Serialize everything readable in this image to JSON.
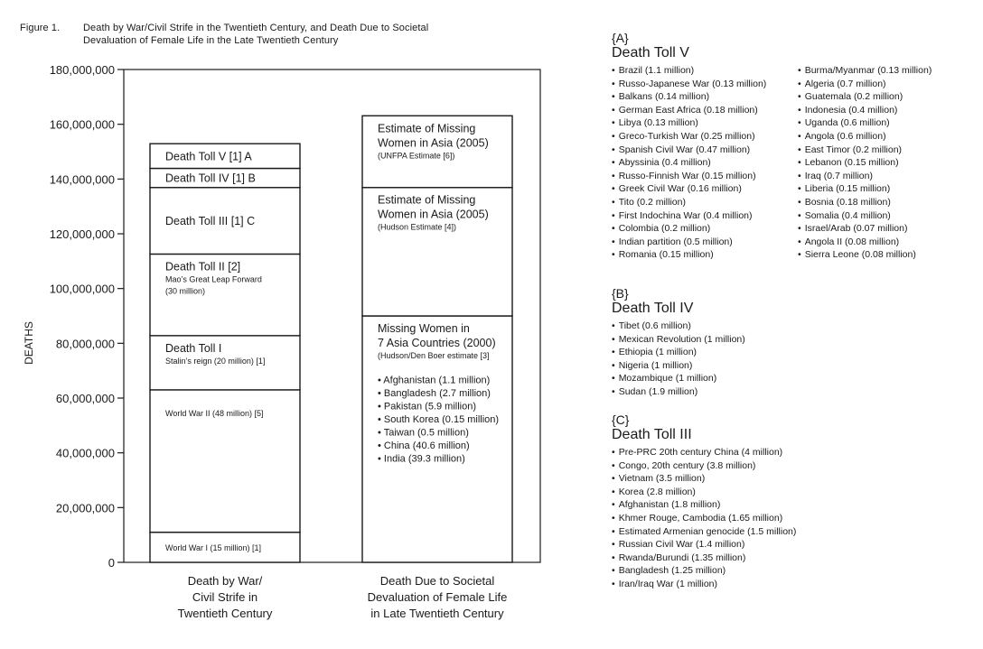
{
  "figure": {
    "label": "Figure 1.",
    "caption_line1": "Death by War/Civil Strife in the Twentieth Century, and Death Due to Societal",
    "caption_line2": "Devaluation of Female Life in the Late Twentieth Century"
  },
  "chart_data": {
    "type": "bar",
    "stacked": true,
    "ylabel": "DEATHS",
    "ylim": [
      0,
      180000000
    ],
    "yticks": [
      0,
      20000000,
      40000000,
      60000000,
      80000000,
      100000000,
      120000000,
      140000000,
      160000000,
      180000000
    ],
    "ytick_labels": [
      "0",
      "20,000,000",
      "40,000,000",
      "60,000,000",
      "80,000,000",
      "100,000,000",
      "120,000,000",
      "140,000,000",
      "160,000,000",
      "180,000,000"
    ],
    "grid": false,
    "categories": [
      [
        "Death by War/",
        "Civil Strife in",
        "Twentieth Century"
      ],
      [
        "Death Due to Societal",
        "Devaluation of Female Life",
        "in Late Twentieth Century"
      ]
    ],
    "stacks": [
      {
        "category_index": 0,
        "segments": [
          {
            "bottom": 0,
            "top": 11000000,
            "lines": [
              {
                "text": "World War I (15 million) [1]",
                "size": "s"
              }
            ]
          },
          {
            "bottom": 11000000,
            "top": 63000000,
            "lines": [
              {
                "text": "World War II (48 million) [5]",
                "size": "s"
              }
            ]
          },
          {
            "bottom": 63000000,
            "top": 82800000,
            "lines": [
              {
                "text": "Death Toll I",
                "size": "l"
              },
              {
                "text": "Stalin’s reign (20 million) [1]",
                "size": "s"
              }
            ]
          },
          {
            "bottom": 82800000,
            "top": 112600000,
            "lines": [
              {
                "text": "Death Toll II [2]",
                "size": "l"
              },
              {
                "text": "Mao’s Great Leap Forward",
                "size": "s"
              },
              {
                "text": "(30 million)",
                "size": "s"
              }
            ]
          },
          {
            "bottom": 112600000,
            "top": 136900000,
            "lines": [
              {
                "text": "Death Toll III [1] C",
                "size": "l"
              }
            ]
          },
          {
            "bottom": 136900000,
            "top": 143900000,
            "lines": [
              {
                "text": "Death Toll IV [1] B",
                "size": "l"
              }
            ]
          },
          {
            "bottom": 143900000,
            "top": 152900000,
            "lines": [
              {
                "text": "Death Toll V [1] A",
                "size": "l"
              }
            ]
          }
        ]
      },
      {
        "category_index": 1,
        "segments": [
          {
            "bottom": 0,
            "top": 90000000,
            "lines": [
              {
                "text": "Missing Women in",
                "size": "l"
              },
              {
                "text": "7 Asia Countries (2000)",
                "size": "l"
              },
              {
                "text": "(Hudson/Den Boer estimate [3]",
                "size": "s"
              },
              {
                "text": "",
                "size": "s"
              },
              {
                "text": "• Afghanistan (1.1 million)",
                "size": "m"
              },
              {
                "text": "• Bangladesh (2.7 million)",
                "size": "m"
              },
              {
                "text": "• Pakistan (5.9 million)",
                "size": "m"
              },
              {
                "text": "• South Korea (0.15 million)",
                "size": "m"
              },
              {
                "text": "• Taiwan (0.5 million)",
                "size": "m"
              },
              {
                "text": "• China (40.6 million)",
                "size": "m"
              },
              {
                "text": "• India (39.3 million)",
                "size": "m"
              }
            ]
          },
          {
            "bottom": 90000000,
            "top": 136900000,
            "lines": [
              {
                "text": "Estimate of Missing",
                "size": "l"
              },
              {
                "text": "Women in Asia (2005)",
                "size": "l"
              },
              {
                "text": "(Hudson Estimate [4])",
                "size": "s"
              }
            ]
          },
          {
            "bottom": 136900000,
            "top": 163100000,
            "lines": [
              {
                "text": "Estimate of Missing",
                "size": "l"
              },
              {
                "text": "Women in Asia (2005)",
                "size": "l"
              },
              {
                "text": "(UNFPA Estimate [6])",
                "size": "s"
              }
            ]
          }
        ]
      }
    ]
  },
  "panels": {
    "a": {
      "key": "{A}",
      "title": "Death Toll V",
      "col1": [
        "Brazil (1.1 million)",
        "Russo-Japanese War (0.13 million)",
        "Balkans (0.14 million)",
        "German East Africa (0.18 million)",
        "Libya (0.13 million)",
        "Greco-Turkish War (0.25 million)",
        "Spanish Civil War (0.47 million)",
        "Abyssinia (0.4 million)",
        "Russo-Finnish War (0.15 million)",
        "Greek Civil War (0.16 million)",
        "Tito (0.2 million)",
        "First Indochina War (0.4 million)",
        "Colombia (0.2 million)",
        "Indian partition (0.5 million)",
        "Romania (0.15 million)"
      ],
      "col2": [
        "Burma/Myanmar (0.13 million)",
        "Algeria (0.7 million)",
        "Guatemala (0.2 million)",
        "Indonesia (0.4 million)",
        "Uganda (0.6 million)",
        "Angola (0.6 million)",
        "East Timor (0.2 million)",
        "Lebanon (0.15 million)",
        "Iraq (0.7 million)",
        "Liberia (0.15 million)",
        "Bosnia (0.18 million)",
        "Somalia (0.4 million)",
        "Israel/Arab (0.07 million)",
        "Angola II (0.08 million)",
        "Sierra Leone (0.08 million)"
      ]
    },
    "b": {
      "key": "{B}",
      "title": "Death Toll IV",
      "items": [
        "Tibet (0.6 million)",
        "Mexican Revolution (1 million)",
        "Ethiopia (1 million)",
        "Nigeria (1 million)",
        "Mozambique (1 million)",
        "Sudan (1.9 million)"
      ]
    },
    "c": {
      "key": "{C}",
      "title": "Death Toll III",
      "items": [
        "Pre-PRC 20th century China (4 million)",
        "Congo, 20th century (3.8 million)",
        "Vietnam (3.5 million)",
        "Korea (2.8 million)",
        "Afghanistan (1.8 million)",
        "Khmer Rouge, Cambodia (1.65 million)",
        "Estimated Armenian genocide (1.5 million)",
        "Russian Civil War (1.4 million)",
        "Rwanda/Burundi (1.35 million)",
        "Bangladesh (1.25 million)",
        "Iran/Iraq War (1 million)"
      ]
    }
  }
}
